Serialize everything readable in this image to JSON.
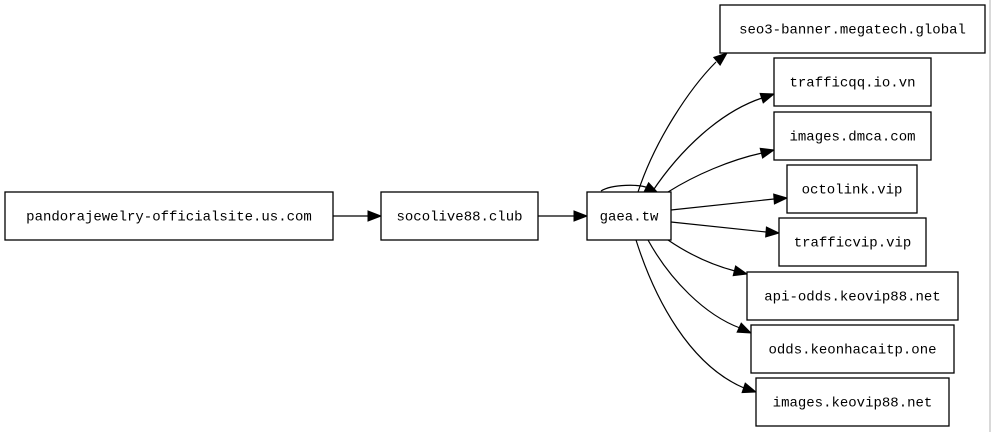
{
  "graph": {
    "type": "directed",
    "colors": {
      "background": "#ffffff",
      "stroke": "#000000",
      "text": "#000000"
    },
    "nodes": [
      {
        "id": "pandora",
        "label": "pandorajewelry-officialsite.us.com"
      },
      {
        "id": "socolive",
        "label": "socolive88.club"
      },
      {
        "id": "gaea",
        "label": "gaea.tw"
      },
      {
        "id": "seo3",
        "label": "seo3-banner.megatech.global"
      },
      {
        "id": "trafficqq",
        "label": "trafficqq.io.vn"
      },
      {
        "id": "dmca",
        "label": "images.dmca.com"
      },
      {
        "id": "octolink",
        "label": "octolink.vip"
      },
      {
        "id": "trafficvip",
        "label": "trafficvip.vip"
      },
      {
        "id": "apiodds",
        "label": "api-odds.keovip88.net"
      },
      {
        "id": "keonhacai",
        "label": "odds.keonhacaitp.one"
      },
      {
        "id": "imageskeovip",
        "label": "images.keovip88.net"
      }
    ],
    "edges": [
      {
        "from": "pandora",
        "to": "socolive"
      },
      {
        "from": "socolive",
        "to": "gaea"
      },
      {
        "from": "gaea",
        "to": "gaea"
      },
      {
        "from": "gaea",
        "to": "seo3"
      },
      {
        "from": "gaea",
        "to": "trafficqq"
      },
      {
        "from": "gaea",
        "to": "dmca"
      },
      {
        "from": "gaea",
        "to": "octolink"
      },
      {
        "from": "gaea",
        "to": "trafficvip"
      },
      {
        "from": "gaea",
        "to": "apiodds"
      },
      {
        "from": "gaea",
        "to": "keonhacai"
      },
      {
        "from": "gaea",
        "to": "imageskeovip"
      }
    ]
  }
}
